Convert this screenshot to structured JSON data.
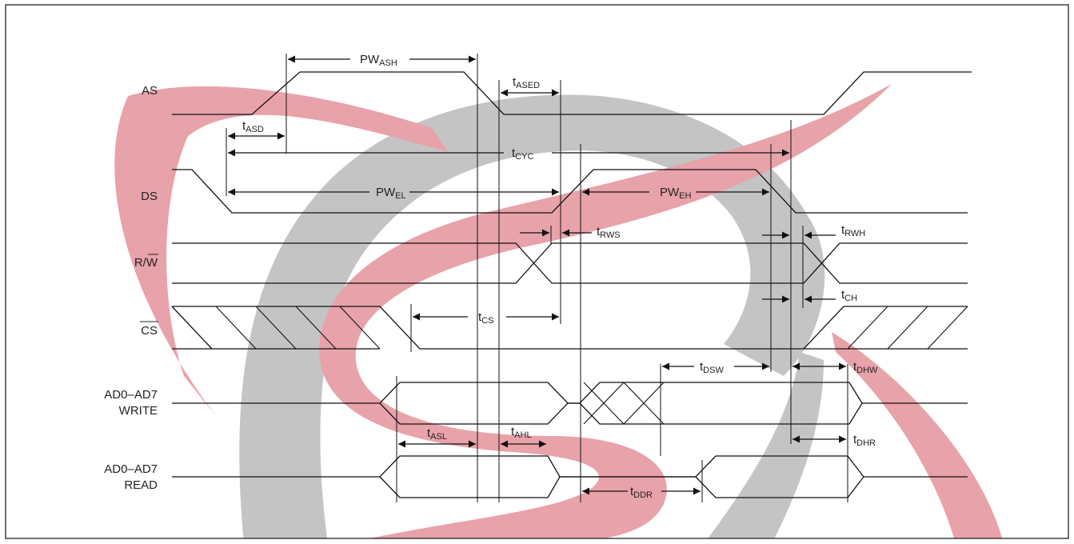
{
  "signals": {
    "as": "AS",
    "ds": "DS",
    "rw": "R/W",
    "rw_bar": "W",
    "cs": "CS",
    "write_1": "AD0–AD7",
    "write_2": "WRITE",
    "read_1": "AD0–AD7",
    "read_2": "READ"
  },
  "timings": {
    "pwash": {
      "main": "PW",
      "sub": "ASH"
    },
    "tased": {
      "main": "t",
      "sub": "ASED"
    },
    "tasd": {
      "main": "t",
      "sub": "ASD"
    },
    "tcyc": {
      "main": "t",
      "sub": "CYC"
    },
    "pwel": {
      "main": "PW",
      "sub": "EL"
    },
    "pweh": {
      "main": "PW",
      "sub": "EH"
    },
    "trws": {
      "main": "t",
      "sub": "RWS"
    },
    "trwh": {
      "main": "t",
      "sub": "RWH"
    },
    "tch": {
      "main": "t",
      "sub": "CH"
    },
    "tcs": {
      "main": "t",
      "sub": "CS"
    },
    "tdsw": {
      "main": "t",
      "sub": "DSW"
    },
    "tdhw": {
      "main": "t",
      "sub": "DHW"
    },
    "tasl": {
      "main": "t",
      "sub": "ASL"
    },
    "tahl": {
      "main": "t",
      "sub": "AHL"
    },
    "tdhr": {
      "main": "t",
      "sub": "DHR"
    },
    "tddr": {
      "main": "t",
      "sub": "DDR"
    }
  },
  "colors": {
    "watermark_red": "#e8a2aa",
    "watermark_gray": "#c4c4c4",
    "line": "#111111"
  }
}
